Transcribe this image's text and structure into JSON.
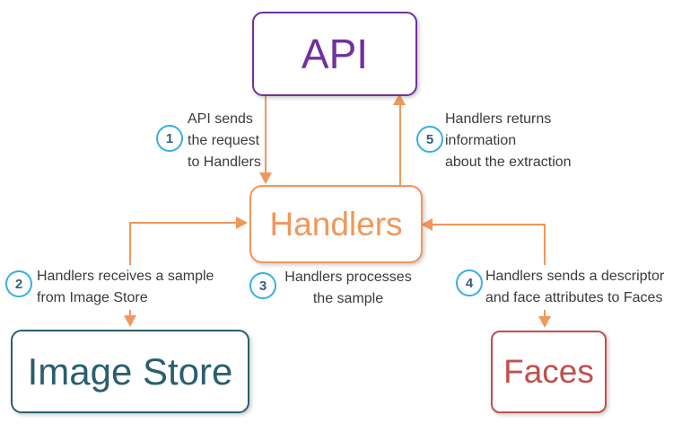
{
  "nodes": {
    "api": {
      "label": "API"
    },
    "handlers": {
      "label": "Handlers"
    },
    "image_store": {
      "label": "Image Store"
    },
    "faces": {
      "label": "Faces"
    }
  },
  "steps": {
    "s1": {
      "number": "1",
      "lines": [
        "API sends",
        "the request",
        "to Handlers"
      ]
    },
    "s2": {
      "number": "2",
      "lines": [
        "Handlers receives a sample",
        "from Image Store"
      ]
    },
    "s3": {
      "number": "3",
      "lines": [
        "Handlers processes",
        "the sample"
      ]
    },
    "s4": {
      "number": "4",
      "lines": [
        "Handlers sends a descriptor",
        "and face attributes to Faces"
      ]
    },
    "s5": {
      "number": "5",
      "lines": [
        "Handlers returns",
        "information",
        "about the extraction"
      ]
    }
  },
  "colors": {
    "api": "#7030A0",
    "handlers": "#F0975A",
    "image_store": "#2A5F70",
    "faces": "#C0504D",
    "arrow": "#F0975A",
    "step_circle_border": "#35AFE4",
    "step_number": "#365E7D",
    "step_text": "#3B3B3B"
  }
}
